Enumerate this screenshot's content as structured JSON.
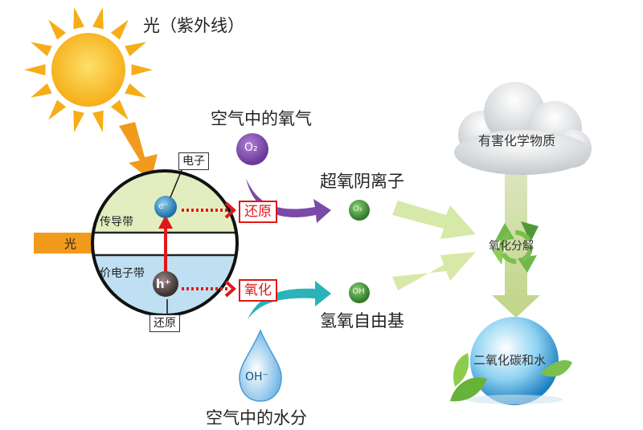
{
  "labels": {
    "light_uv": "光（紫外线）",
    "oxygen_in_air": "空气中的氧气",
    "water_in_air": "空气中的水分",
    "superoxide": "超氧阴离子",
    "hydroxyl": "氢氧自由基",
    "harmful": "有害化学物质",
    "decompose": "氧化分解",
    "co2_water": "二氧化碳和水",
    "light": "光",
    "conduction_band": "传导带",
    "valence_band": "价电子带",
    "electron_box": "电子",
    "reduction_box": "还原",
    "reduction": "还原",
    "oxidation": "氧化",
    "o2_symbol": "O₂",
    "o2_radical": "O₂",
    "oh_radical": "· OH",
    "oh_ion": "OH⁻",
    "electron": "e⁻",
    "hole": "h⁺"
  },
  "colors": {
    "sun": "#f7b21a",
    "sun_core": "#fbd13a",
    "sun_arrow": "#f29a1c",
    "conduction": "#e3eec0",
    "valence": "#bfe0f2",
    "red": "#e01818",
    "purple": "#7a4aa8",
    "teal": "#2ab3b9",
    "green": "#2e8a2e",
    "light_green": "#d7e9a8"
  }
}
